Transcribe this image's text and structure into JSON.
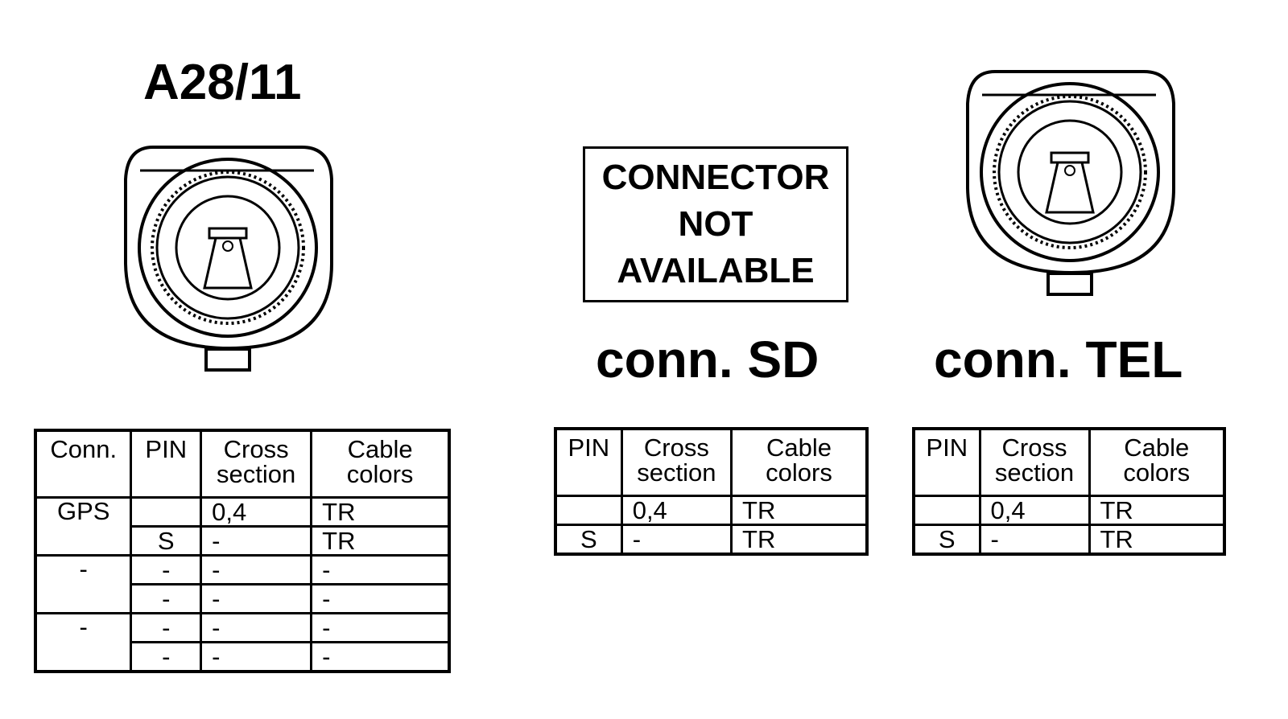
{
  "connectors": [
    {
      "title": "A28/11",
      "columns": [
        "Conn.",
        "PIN",
        "Cross section",
        "Cable colors"
      ],
      "groups": [
        {
          "conn": "GPS",
          "rows": [
            [
              "",
              "0,4",
              "TR"
            ],
            [
              "S",
              "-",
              "TR"
            ]
          ]
        },
        {
          "conn": "-",
          "rows": [
            [
              "-",
              "-",
              "-"
            ],
            [
              "-",
              "-",
              "-"
            ]
          ]
        },
        {
          "conn": "-",
          "rows": [
            [
              "-",
              "-",
              "-"
            ],
            [
              "-",
              "-",
              "-"
            ]
          ]
        }
      ]
    },
    {
      "title": "conn. SD",
      "notice": [
        "CONNECTOR",
        "NOT",
        "AVAILABLE"
      ],
      "columns": [
        "PIN",
        "Cross section",
        "Cable colors"
      ],
      "rows": [
        [
          "",
          "0,4",
          "TR"
        ],
        [
          "S",
          "-",
          "TR"
        ]
      ]
    },
    {
      "title": "conn. TEL",
      "columns": [
        "PIN",
        "Cross section",
        "Cable colors"
      ],
      "rows": [
        [
          "",
          "0,4",
          "TR"
        ],
        [
          "S",
          "-",
          "TR"
        ]
      ]
    }
  ],
  "icons": {
    "a28": "coax-connector-icon",
    "tel": "coax-connector-icon"
  }
}
